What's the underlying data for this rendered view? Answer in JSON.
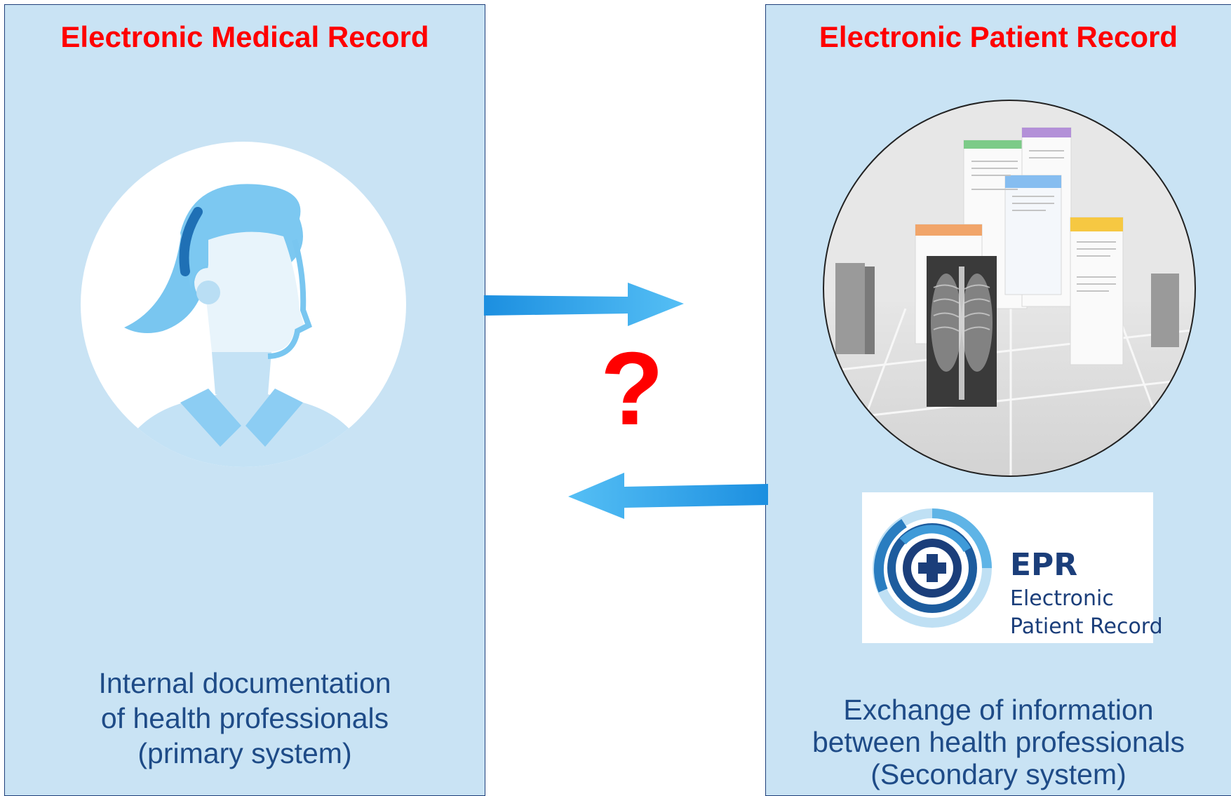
{
  "left_panel": {
    "title": "Electronic Medical Record",
    "caption": [
      "Internal documentation",
      "of health professionals",
      "(primary system)"
    ],
    "illustration_icon": "health-professional-avatar-icon"
  },
  "right_panel": {
    "title": "Electronic Patient Record",
    "caption": [
      "Exchange of information",
      "between health professionals",
      "(Secondary system)"
    ],
    "illustration_icon": "medical-documents-xray-icon",
    "logo": {
      "abbreviation": "EPR",
      "name_lines": [
        "Electronic",
        "Patient Record"
      ],
      "icon": "plus-cross-ring-icon"
    }
  },
  "center": {
    "question_mark": "?",
    "arrow_right_icon": "arrow-right-icon",
    "arrow_left_icon": "arrow-left-icon"
  },
  "colors": {
    "panel_bg": "#c9e3f4",
    "title_red": "#ff0000",
    "caption_blue": "#1e4b87",
    "arrow_blue": "#2aa0ea"
  }
}
